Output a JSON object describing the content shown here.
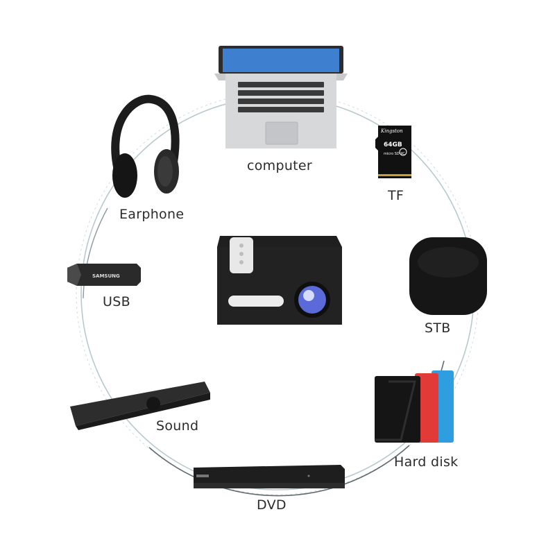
{
  "labels": {
    "computer": "computer",
    "tf": "TF",
    "earphone": "Earphone",
    "usb": "USB",
    "stb": "STB",
    "sound": "Sound",
    "hard_disk": "Hard disk",
    "dvd": "DVD"
  },
  "device_text": {
    "sd_brand": "Kingston",
    "sd_capacity": "64GB",
    "sd_type": "micro SD XC",
    "usb_brand": "SAMSUNG"
  },
  "colors": {
    "ring": "#9fb7bd",
    "ring_dark": "#6e7f84",
    "label_text": "#2b2b2b",
    "laptop_screen": "#3f7fd0",
    "hdd_red": "#e23a36",
    "hdd_blue": "#2f9ee0",
    "lens_blue": "#5a6ad8"
  },
  "icons": [
    "laptop-icon",
    "sd-card-icon",
    "headphones-icon",
    "usb-drive-icon",
    "projector-icon",
    "set-top-box-icon",
    "soundbar-icon",
    "hard-disk-icon",
    "dvd-player-icon"
  ]
}
